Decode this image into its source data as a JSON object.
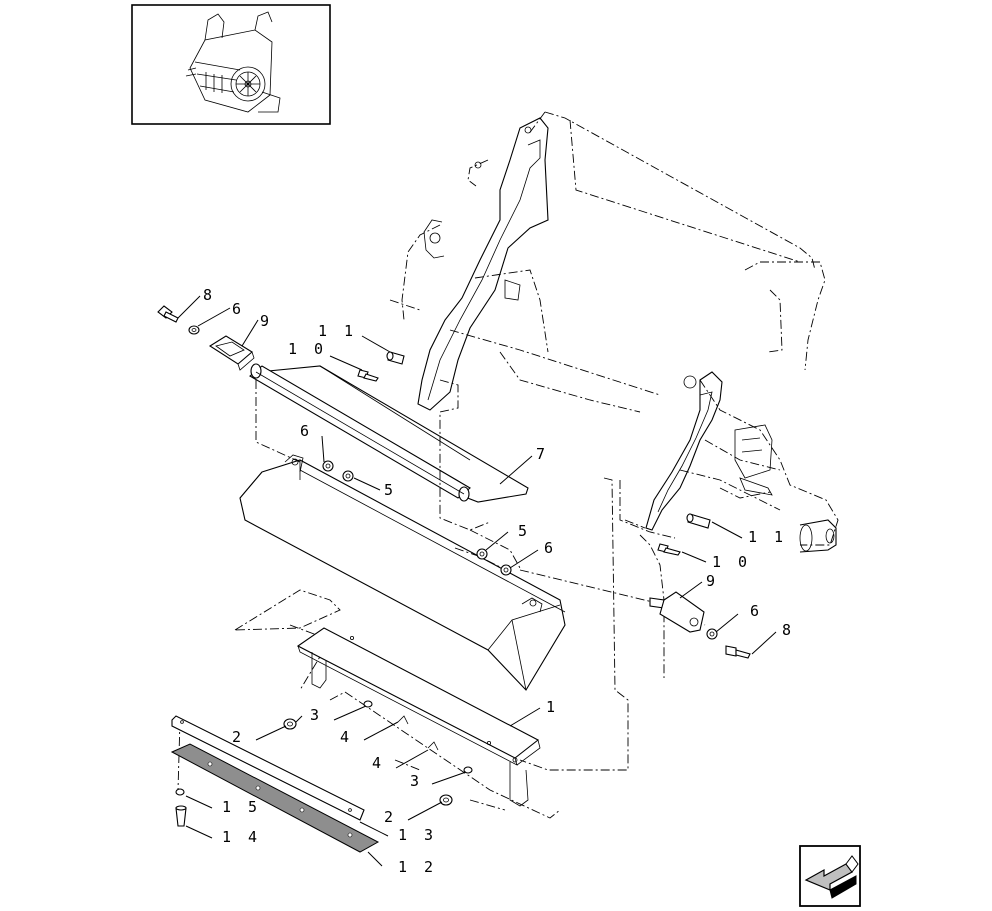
{
  "diagram": {
    "callouts": [
      {
        "id": "c8a",
        "label": "8"
      },
      {
        "id": "c6a",
        "label": "6"
      },
      {
        "id": "c9a",
        "label": "9"
      },
      {
        "id": "c11a",
        "label": "1 1"
      },
      {
        "id": "c10a",
        "label": "1 0"
      },
      {
        "id": "c7",
        "label": "7"
      },
      {
        "id": "c6b",
        "label": "6"
      },
      {
        "id": "c5a",
        "label": "5"
      },
      {
        "id": "c5b",
        "label": "5"
      },
      {
        "id": "c6c",
        "label": "6"
      },
      {
        "id": "c11b",
        "label": "1 1"
      },
      {
        "id": "c10b",
        "label": "1 0"
      },
      {
        "id": "c9b",
        "label": "9"
      },
      {
        "id": "c6d",
        "label": "6"
      },
      {
        "id": "c8b",
        "label": "8"
      },
      {
        "id": "c1",
        "label": "1"
      },
      {
        "id": "c3a",
        "label": "3"
      },
      {
        "id": "c2a",
        "label": "2"
      },
      {
        "id": "c4a",
        "label": "4"
      },
      {
        "id": "c4b",
        "label": "4"
      },
      {
        "id": "c3b",
        "label": "3"
      },
      {
        "id": "c2b",
        "label": "2"
      },
      {
        "id": "c15",
        "label": "1 5"
      },
      {
        "id": "c14",
        "label": "1 4"
      },
      {
        "id": "c13",
        "label": "1 3"
      },
      {
        "id": "c12",
        "label": "1 2"
      }
    ],
    "icons": {
      "thumbnail": "machine-overview-thumbnail",
      "nav": "page-navigation-arrow-icon"
    }
  }
}
